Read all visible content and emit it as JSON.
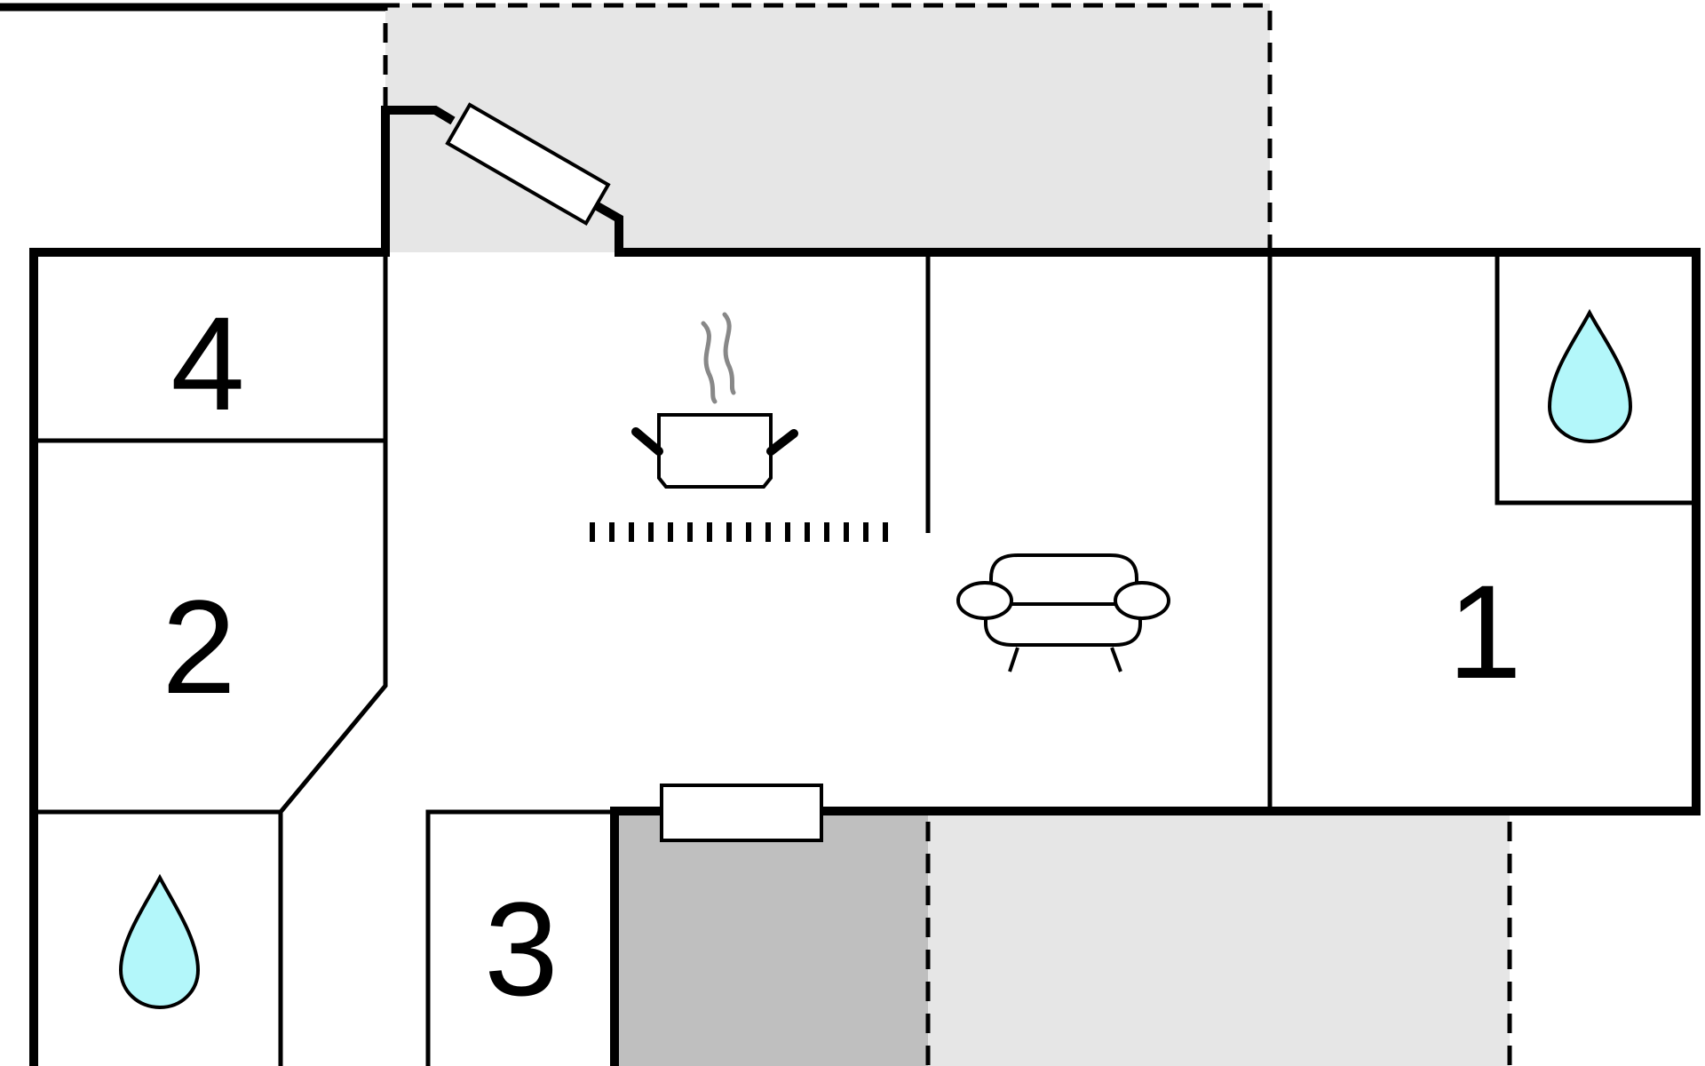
{
  "floor_plan": {
    "rooms": [
      {
        "id": "room-1",
        "label": "1"
      },
      {
        "id": "room-2",
        "label": "2"
      },
      {
        "id": "room-3",
        "label": "3"
      },
      {
        "id": "room-4",
        "label": "4"
      }
    ],
    "icons": [
      "water-drop-icon",
      "cooking-pot-icon",
      "sofa-icon",
      "window-icon"
    ],
    "colors": {
      "wall": "#000000",
      "terrace": "#e6e6e6",
      "covered_terrace": "#bfbfbf",
      "water": "#b3f7fa",
      "steam": "#888888"
    }
  }
}
